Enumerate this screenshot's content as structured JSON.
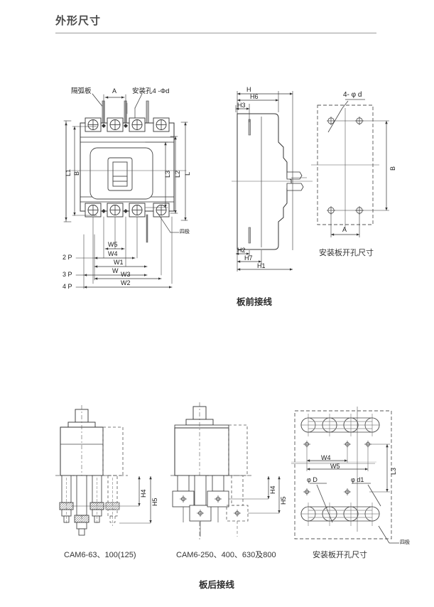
{
  "page": {
    "title": "外形尺寸",
    "accent": "#9a9a9a",
    "line_color": "#3a3a3a"
  },
  "section_front": {
    "caption": "板前接线",
    "front_view": {
      "labels": {
        "arc_plate": "隔弧板",
        "dim_a": "A",
        "mount_hole": "安装孔4 -Φd",
        "l1": "L1",
        "b": "B",
        "l3": "L3",
        "l2": "L2",
        "l": "L",
        "four_pole": "四极",
        "w5": "W5",
        "w4": "W4",
        "w1": "W1",
        "w": "W",
        "w3": "W3",
        "w2": "W2",
        "p2": "2 P",
        "p3": "3 P",
        "p4": "4 P"
      }
    },
    "side_view": {
      "labels": {
        "h": "H",
        "h6": "H6",
        "h3": "H3",
        "h2": "H2",
        "h7": "H7",
        "h1": "H1"
      }
    },
    "plate_view": {
      "caption": "安装板开孔尺寸",
      "labels": {
        "hole": "4- φ d",
        "b": "B",
        "a": "A"
      }
    }
  },
  "section_rear": {
    "caption": "板后接线",
    "view_small": {
      "caption": "CAM6-63、100(125)",
      "labels": {
        "h4": "H4",
        "h5": "H5"
      }
    },
    "view_large": {
      "caption": "CAM6-250、400、630及800",
      "labels": {
        "h4": "H4",
        "h5": "H5"
      }
    },
    "plate_view": {
      "caption": "安装板开孔尺寸",
      "labels": {
        "w4": "W4",
        "w5": "W5",
        "l3": "L3",
        "phi_d": "φ D",
        "phi_d1": "φ d1",
        "four_pole": "四极"
      }
    }
  }
}
